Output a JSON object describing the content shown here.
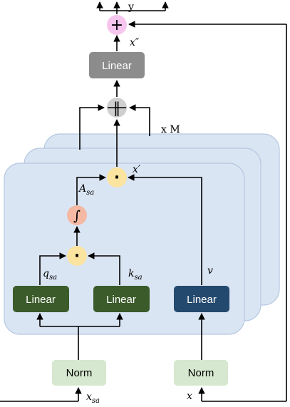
{
  "diagram": {
    "top_output": "y",
    "xm_label": "x M",
    "linear_top": "Linear",
    "linear_q": "Linear",
    "linear_k": "Linear",
    "linear_v": "Linear",
    "norm_left": "Norm",
    "norm_right": "Norm",
    "label_x_double_prime": "x″",
    "label_x_prime": "x′",
    "label_A": "A",
    "label_A_sub": "sa",
    "label_q": "q",
    "label_q_sub": "sa",
    "label_k": "k",
    "label_k_sub": "sa",
    "label_v": "v",
    "label_x_sa": "x",
    "label_x_sa_sub": "sa",
    "label_x": "x",
    "dot_symbol": "·",
    "integral_symbol": "∫",
    "plus_symbol": "+",
    "concat_symbol": "‖",
    "colors": {
      "panel_fill": "#dae5f3",
      "panel_stroke": "#b6c8e0",
      "linear_gray": "#8c8c8c",
      "linear_green": "#3b5b2a",
      "linear_blue": "#24496e",
      "norm_fill": "#d6e8cf",
      "dot_fill": "#fbe3a0",
      "integral_fill": "#f4b8a3",
      "plus_fill": "#f6c6ee",
      "concat_fill": "#cfcfcf"
    }
  }
}
